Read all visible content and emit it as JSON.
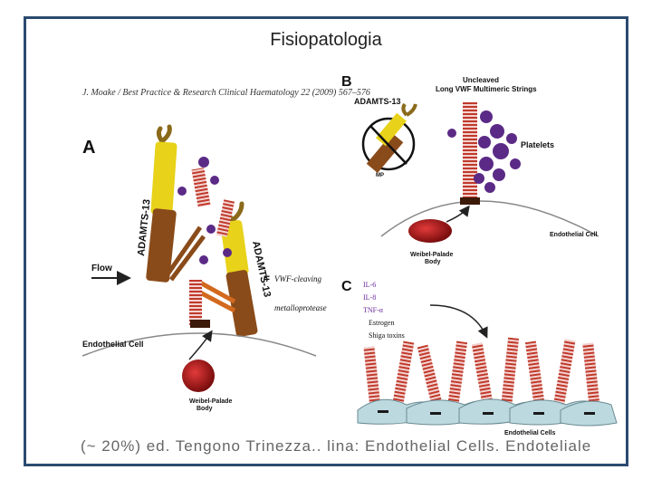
{
  "slide": {
    "title": "Fisiopatologia",
    "bottom_text": "(~ 20%) ed. Tengono Trinezza.. lina: Endothelial Cells. Endoteliale"
  },
  "figure": {
    "citation": "J. Moake / Best Practice & Research Clinical Haematology 22 (2009) 567–576",
    "panel_a": {
      "letter": "A",
      "enzyme_label_1": "ADAMTS-13",
      "enzyme_label_2": "ADAMTS-13",
      "flow_label": "Flow",
      "equals": "=",
      "legend_line1": "VWF-cleaving",
      "legend_line2": "metalloprotease",
      "endothelial_label": "Endothelial Cell",
      "wp_body_line1": "Weibel-Palade",
      "wp_body_line2": "Body"
    },
    "panel_b": {
      "letter": "B",
      "enzyme_label": "ADAMTS-13",
      "strings_line1": "Uncleaved",
      "strings_line2": "Long VWF Multimeric Strings",
      "platelets_label": "Platelets",
      "mp_label": "MP",
      "endothelial_label": "Endothelial Cell",
      "wp_body_line1": "Weibel-Palade",
      "wp_body_line2": "Body"
    },
    "panel_c": {
      "letter": "C",
      "stimuli": [
        "IL-6",
        "IL-8",
        "TNF-α",
        "Estrogen",
        "Shiga toxins"
      ],
      "cells_label": "Endothelial Cells"
    }
  },
  "colors": {
    "frame": "#2b4a70",
    "vwf_red": "#c0392b",
    "platelet_purple": "#5b2a86",
    "enzyme_yellow": "#e8d21a",
    "enzyme_brown": "#8a4b1a",
    "wp_body_red": "#a01515",
    "cell_blue": "#bcd9e0"
  }
}
